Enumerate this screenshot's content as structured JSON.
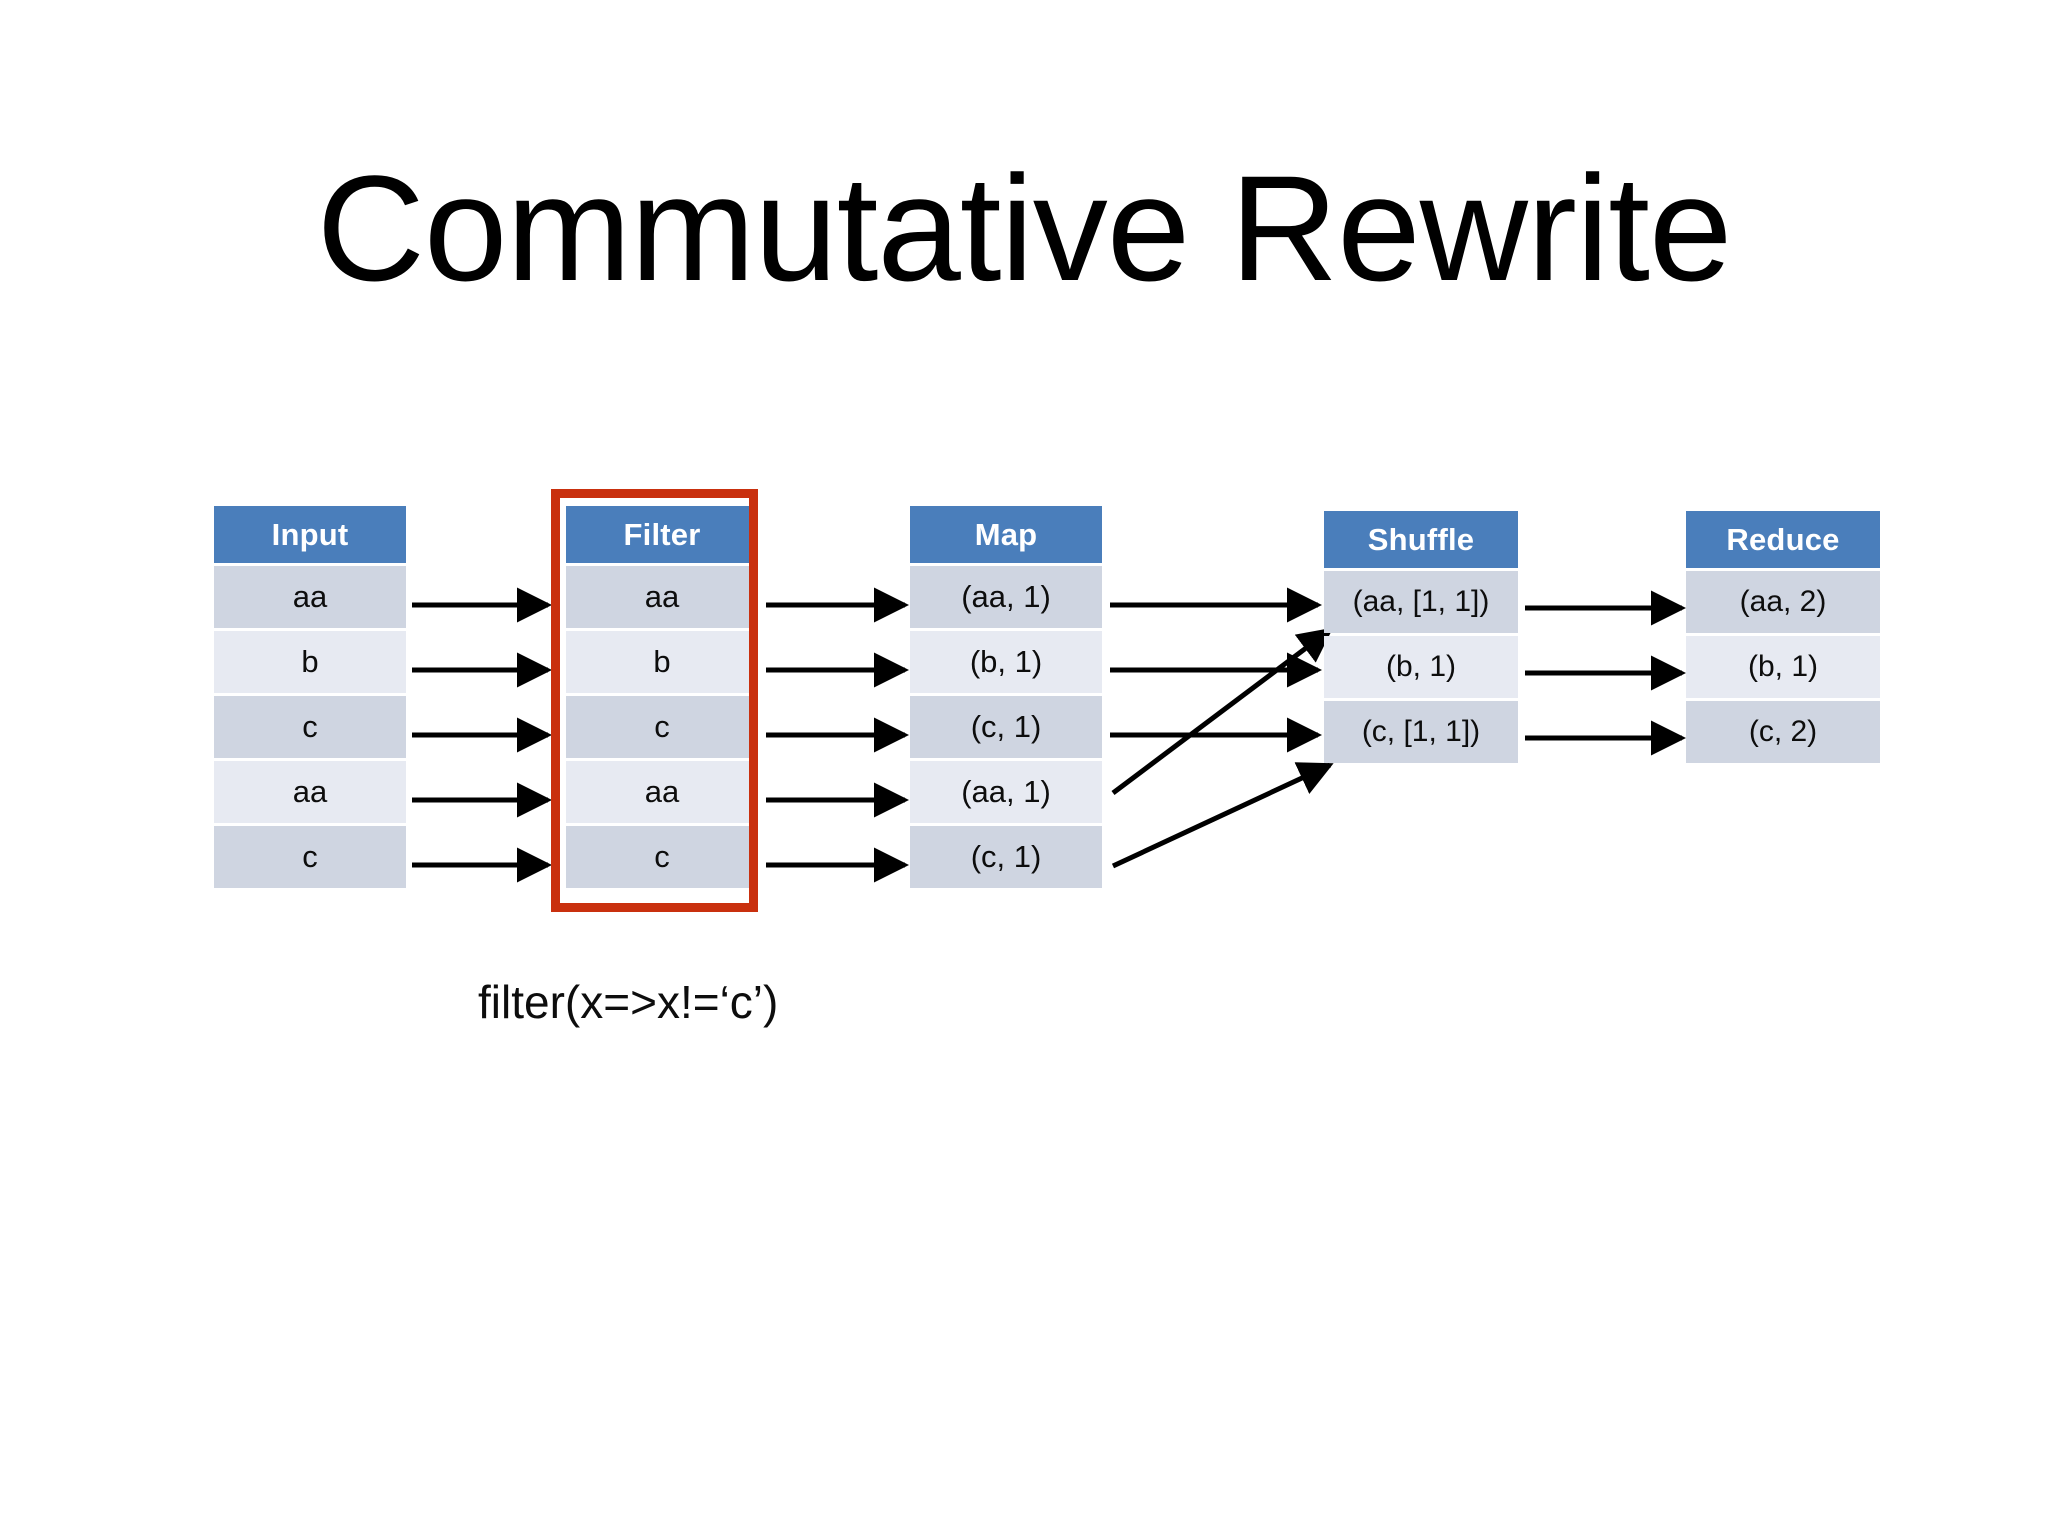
{
  "slide": {
    "title": "Commutative Rewrite",
    "background_color": "#FFFFFF"
  },
  "colors": {
    "header_blue": "#4A7EBB",
    "row_dark": "#CFD5E1",
    "row_light": "#E7EAF2",
    "highlight_red": "#C9300E",
    "text": "#0D0D0D",
    "arrow": "#000000"
  },
  "caption": {
    "filter_expression": "filter(x=>x!=‘c’)"
  },
  "pipeline": {
    "stages": [
      {
        "id": "input",
        "header": "Input",
        "highlighted": false,
        "rows": [
          "aa",
          "b",
          "c",
          "aa",
          "c"
        ]
      },
      {
        "id": "filter",
        "header": "Filter",
        "highlighted": true,
        "rows": [
          "aa",
          "b",
          "c",
          "aa",
          "c"
        ]
      },
      {
        "id": "map",
        "header": "Map",
        "highlighted": false,
        "rows": [
          "(aa, 1)",
          "(b, 1)",
          "(c, 1)",
          "(aa, 1)",
          "(c, 1)"
        ]
      },
      {
        "id": "shuffle",
        "header": "Shuffle",
        "highlighted": false,
        "rows": [
          "(aa, [1, 1])",
          "(b, 1)",
          "(c, [1, 1])"
        ]
      },
      {
        "id": "reduce",
        "header": "Reduce",
        "highlighted": false,
        "rows": [
          "(aa, 2)",
          "(b, 1)",
          "(c, 2)"
        ]
      }
    ]
  },
  "edges": {
    "input_to_filter": [
      {
        "from_row": 0,
        "to_row": 0
      },
      {
        "from_row": 1,
        "to_row": 1
      },
      {
        "from_row": 2,
        "to_row": 2
      },
      {
        "from_row": 3,
        "to_row": 3
      },
      {
        "from_row": 4,
        "to_row": 4
      }
    ],
    "filter_to_map": [
      {
        "from_row": 0,
        "to_row": 0
      },
      {
        "from_row": 1,
        "to_row": 1
      },
      {
        "from_row": 2,
        "to_row": 2
      },
      {
        "from_row": 3,
        "to_row": 3
      },
      {
        "from_row": 4,
        "to_row": 4
      }
    ],
    "map_to_shuffle": [
      {
        "from_row": 0,
        "to_row": 0
      },
      {
        "from_row": 1,
        "to_row": 1
      },
      {
        "from_row": 2,
        "to_row": 2
      },
      {
        "from_row": 3,
        "to_row": 0
      },
      {
        "from_row": 4,
        "to_row": 2
      }
    ],
    "shuffle_to_reduce": [
      {
        "from_row": 0,
        "to_row": 0
      },
      {
        "from_row": 1,
        "to_row": 1
      },
      {
        "from_row": 2,
        "to_row": 2
      }
    ]
  }
}
